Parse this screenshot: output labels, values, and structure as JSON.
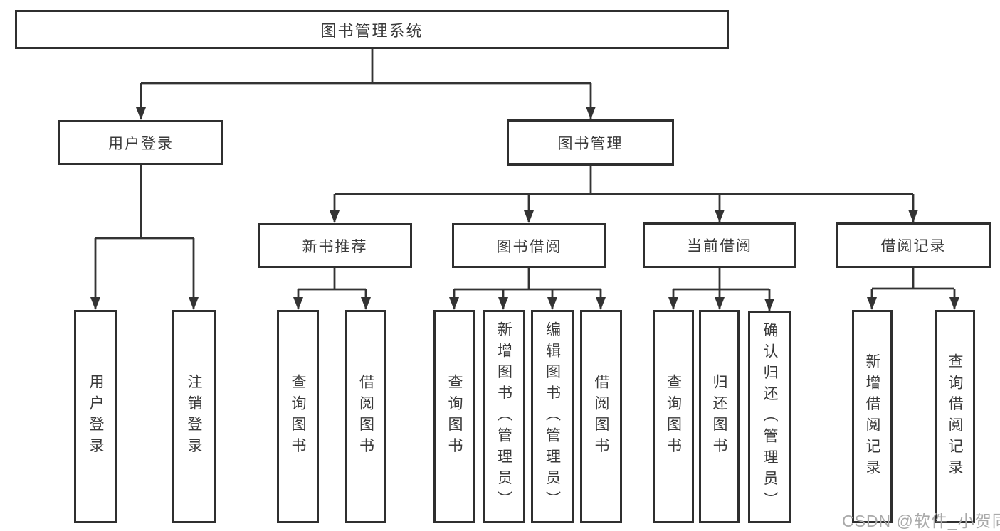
{
  "colors": {
    "line": "#333333",
    "box_border": "#2f2f2f",
    "text": "#3a3a3a",
    "background": "#ffffff",
    "watermark": "#a9a9a9"
  },
  "root": {
    "label": "图书管理系统"
  },
  "level2": [
    {
      "label": "用户登录"
    },
    {
      "label": "图书管理"
    }
  ],
  "level3": [
    {
      "label": "新书推荐",
      "parent": "图书管理"
    },
    {
      "label": "图书借阅",
      "parent": "图书管理"
    },
    {
      "label": "当前借阅",
      "parent": "图书管理"
    },
    {
      "label": "借阅记录",
      "parent": "图书管理"
    }
  ],
  "leaves": [
    {
      "label": "用户登录",
      "parent": "用户登录"
    },
    {
      "label": "注销登录",
      "parent": "用户登录"
    },
    {
      "label": "查询图书",
      "parent": "新书推荐"
    },
    {
      "label": "借阅图书",
      "parent": "新书推荐"
    },
    {
      "label": "查询图书",
      "parent": "图书借阅"
    },
    {
      "label": "新增图书（管理员）",
      "parent": "图书借阅"
    },
    {
      "label": "编辑图书（管理员）",
      "parent": "图书借阅"
    },
    {
      "label": "借阅图书",
      "parent": "图书借阅"
    },
    {
      "label": "查询图书",
      "parent": "当前借阅"
    },
    {
      "label": "归还图书",
      "parent": "当前借阅"
    },
    {
      "label": "确认归还（管理员）",
      "parent": "当前借阅"
    },
    {
      "label": "新增借阅记录",
      "parent": "借阅记录"
    },
    {
      "label": "查询借阅记录",
      "parent": "借阅记录"
    }
  ],
  "watermark": "CSDN @软件_小贺同学"
}
